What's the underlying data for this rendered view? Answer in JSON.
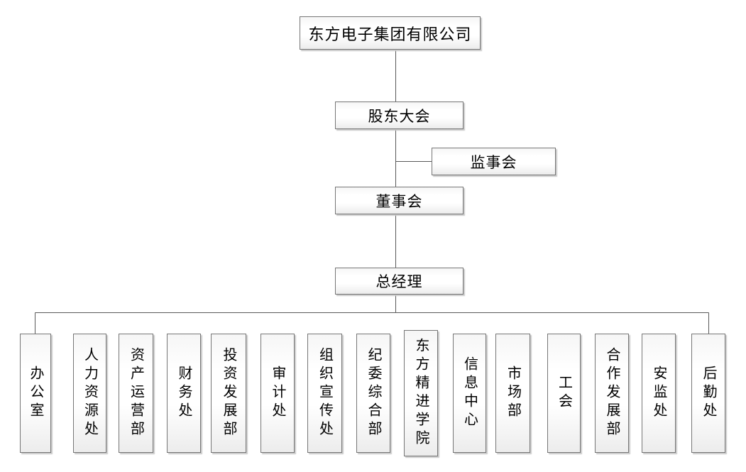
{
  "diagram": {
    "nodes": {
      "company": "东方电子集团有限公司",
      "shareholders": "股东大会",
      "supervisory": "监事会",
      "board": "董事会",
      "general_manager": "总经理"
    },
    "departments": [
      {
        "label": "办公室"
      },
      {
        "label": "人力资源处"
      },
      {
        "label": "资产运营部"
      },
      {
        "label": "财务处"
      },
      {
        "label": "投资发展部"
      },
      {
        "label": "审计处"
      },
      {
        "label": "组织宣传处"
      },
      {
        "label": "纪委综合部"
      },
      {
        "label": "东方精进学院"
      },
      {
        "label": "信息中心"
      },
      {
        "label": "市场部"
      },
      {
        "label": "工会"
      },
      {
        "label": "合作发展部"
      },
      {
        "label": "安监处"
      },
      {
        "label": "后勤处"
      }
    ],
    "colors": {
      "box_border": "#767676",
      "box_shadow": "#c9c9c9",
      "connector_line": "#595959",
      "background": "#ffffff",
      "text": "#000000"
    }
  }
}
